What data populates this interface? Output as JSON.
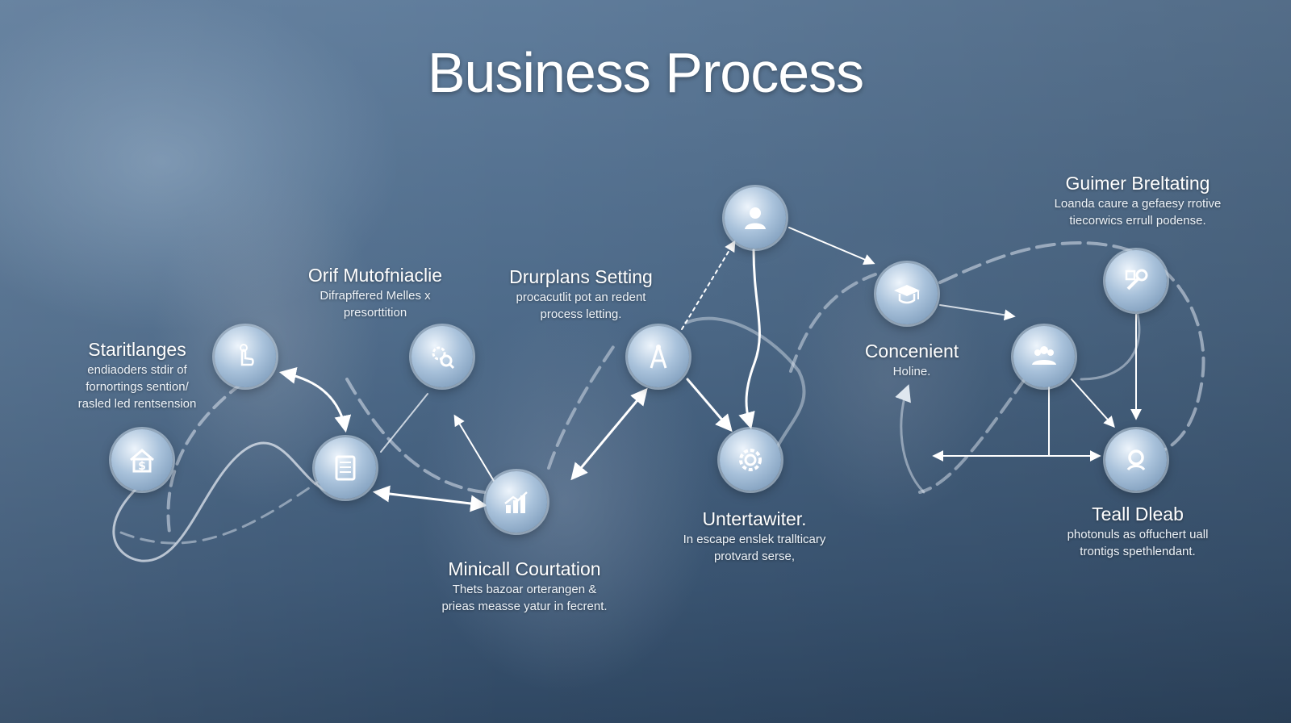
{
  "title": "Business Process",
  "colors": {
    "accent": "#ffffff",
    "background": "#4d6a89",
    "node": "#a9c2db"
  },
  "nodes": [
    {
      "id": "n1",
      "icon": "dollar-house-icon"
    },
    {
      "id": "n2",
      "icon": "hand-touch-icon"
    },
    {
      "id": "n3",
      "icon": "document-icon"
    },
    {
      "id": "n4",
      "icon": "gear-search-icon"
    },
    {
      "id": "n5",
      "icon": "bar-chart-icon"
    },
    {
      "id": "n6",
      "icon": "compass-icon"
    },
    {
      "id": "n7",
      "icon": "user-icon"
    },
    {
      "id": "n8",
      "icon": "gear-cycle-icon"
    },
    {
      "id": "n9",
      "icon": "graduation-cap-icon"
    },
    {
      "id": "n10",
      "icon": "team-icon"
    },
    {
      "id": "n11",
      "icon": "tools-icon"
    },
    {
      "id": "n12",
      "icon": "magnifier-icon"
    }
  ],
  "labels": [
    {
      "heading": "Staritlanges",
      "lines": [
        "endiaoders stdir of",
        "fornortings sention/",
        "rasled led rentsension"
      ]
    },
    {
      "heading": "Orif Mutofniaclie",
      "lines": [
        "Difrapffered Melles x",
        "presorttition"
      ]
    },
    {
      "heading": "Drurplans Setting",
      "lines": [
        "procacutlit pot an redent",
        "process letting."
      ]
    },
    {
      "heading": "Minicall Courtation",
      "lines": [
        "Thets bazoar orterangen &",
        "prieas measse yatur in fecrent."
      ]
    },
    {
      "heading": "Untertawiter.",
      "lines": [
        "In escape enslek trallticary",
        "protvard serse,"
      ]
    },
    {
      "heading": "Concenient",
      "lines": [
        "Holine."
      ]
    },
    {
      "heading": "Guimer Breltating",
      "lines": [
        "Loanda caure a gefaesy rrotive",
        "tiecorwics errull podense."
      ]
    },
    {
      "heading": "Teall Dleab",
      "lines": [
        "photonuls as offuchert uall",
        "trontigs spethlendant."
      ]
    }
  ]
}
